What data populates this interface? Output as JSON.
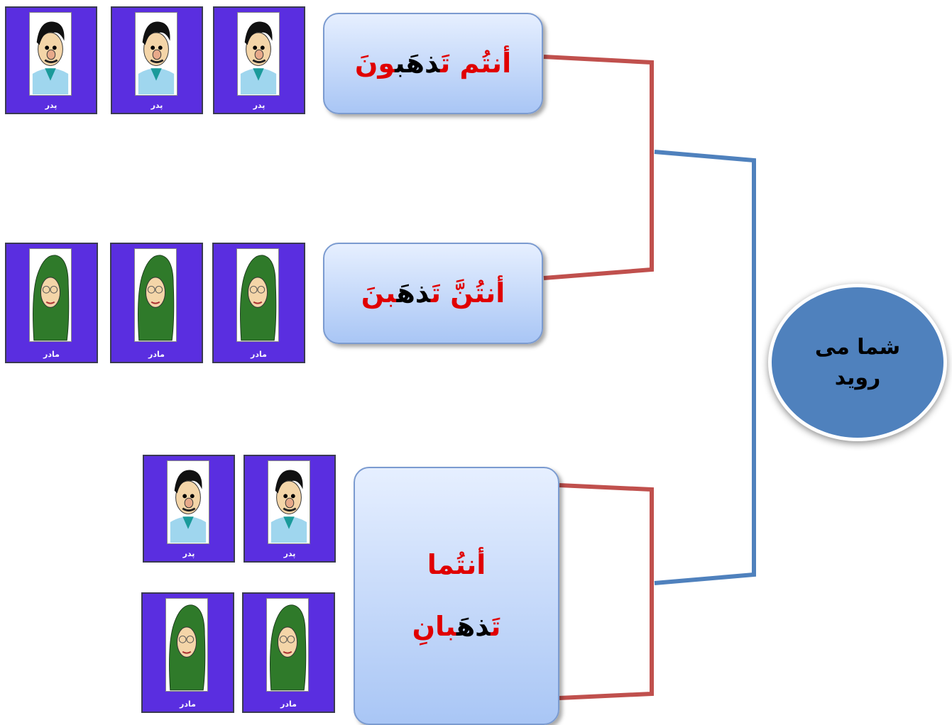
{
  "subject": {
    "line1": "شما می",
    "line2": "روید"
  },
  "verbs": {
    "plural_masculine": {
      "pronoun": "أنتُم",
      "prefix": "تَ",
      "stem": "ذهَ",
      "b": "ب",
      "suffix": "ونَ"
    },
    "plural_feminine": {
      "pronoun": "أنتُنَّ",
      "prefix": "تَ",
      "stem": "ذهَ",
      "suffix": "بنَ"
    },
    "dual": {
      "pronoun": "أنتُما",
      "prefix": "تَ",
      "stem": "ذهَ",
      "suffix": "بانِ"
    }
  },
  "cards": {
    "father_label": "پدر",
    "mother_label": "مادر"
  },
  "colors": {
    "red_connector": "#c0504d",
    "blue_connector": "#4f81bd",
    "card_bg": "#5a2ee0"
  }
}
